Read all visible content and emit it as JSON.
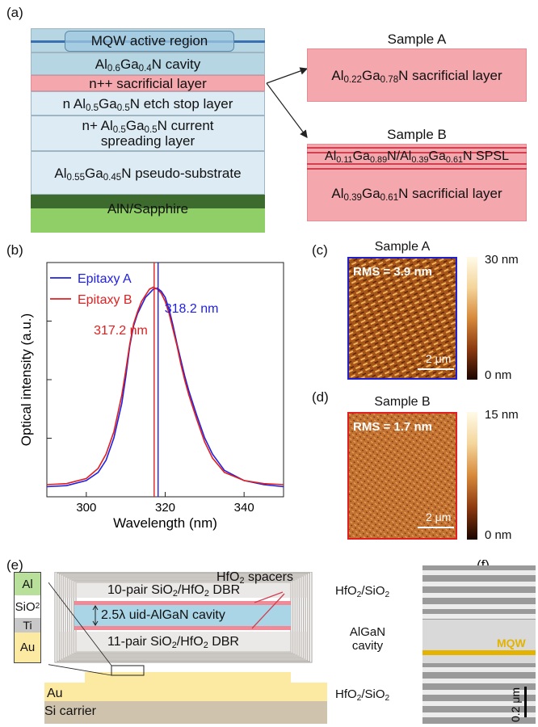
{
  "panel_labels": {
    "a": "(a)",
    "b": "(b)",
    "c": "(c)",
    "d": "(d)",
    "e": "(e)",
    "f": "(f)"
  },
  "panel_a": {
    "stack": {
      "mqw": "MQW active region",
      "cavity": {
        "pre": "Al",
        "s1": "0.6",
        "mid": "Ga",
        "s2": "0.4",
        "post": "N cavity"
      },
      "sacrificial": "n++ sacrificial layer",
      "etch_stop": {
        "pre": "n Al",
        "s1": "0.5",
        "mid": "Ga",
        "s2": "0.5",
        "post": "N etch stop layer"
      },
      "current_spreading": {
        "pre": "n+ Al",
        "s1": "0.5",
        "mid": "Ga",
        "s2": "0.5",
        "post": "N current",
        "line2": "spreading layer"
      },
      "pseudo_substrate": {
        "pre": "Al",
        "s1": "0.55",
        "mid": "Ga",
        "s2": "0.45",
        "post": "N pseudo-substrate"
      },
      "substrate": "AlN/Sapphire"
    },
    "sample_a": {
      "title": "Sample A",
      "layer": {
        "pre": "Al",
        "s1": "0.22",
        "mid": "Ga",
        "s2": "0.78",
        "post": "N sacrificial layer"
      }
    },
    "sample_b": {
      "title": "Sample B",
      "spsl": {
        "pre": "Al",
        "s1": "0.11",
        "mid": "Ga",
        "s2": "0.89",
        "mid2": "N/Al",
        "s3": "0.39",
        "mid3": "Ga",
        "s4": "0.61",
        "post": "N SPSL"
      },
      "layer": {
        "pre": "Al",
        "s1": "0.39",
        "mid": "Ga",
        "s2": "0.61",
        "post": "N sacrificial layer"
      }
    },
    "colors": {
      "cyan": "#dcebf4",
      "blue": "#b6d6e4",
      "pink": "#f4a7ad",
      "dark_green": "#3d6b2d",
      "green": "#90cf67"
    }
  },
  "chart_data": {
    "type": "line",
    "xlabel": "Wavelength (nm)",
    "ylabel": "Optical intensity (a.u.)",
    "xlim": [
      290,
      350
    ],
    "xticks": [
      300,
      320,
      340
    ],
    "x_tick_labels": [
      "300",
      "320",
      "340"
    ],
    "legend_position": "top-left",
    "series": [
      {
        "name": "Epitaxy A",
        "color": "#2020e0",
        "x": [
          290,
          295,
          300,
          303,
          305,
          307,
          309,
          310,
          311,
          312,
          313,
          314,
          315,
          316,
          317,
          318,
          319,
          320,
          321,
          322,
          323,
          324,
          325,
          326,
          328,
          330,
          332,
          335,
          340,
          345,
          350
        ],
        "y": [
          0.01,
          0.015,
          0.04,
          0.08,
          0.14,
          0.25,
          0.42,
          0.55,
          0.7,
          0.8,
          0.86,
          0.9,
          0.94,
          0.96,
          0.98,
          0.985,
          0.97,
          0.94,
          0.88,
          0.8,
          0.71,
          0.63,
          0.55,
          0.48,
          0.36,
          0.25,
          0.17,
          0.09,
          0.04,
          0.02,
          0.01
        ]
      },
      {
        "name": "Epitaxy B",
        "color": "#e02020",
        "x": [
          290,
          295,
          300,
          303,
          305,
          307,
          309,
          310,
          311,
          312,
          313,
          314,
          315,
          316,
          317,
          318,
          319,
          320,
          321,
          322,
          323,
          324,
          325,
          326,
          328,
          330,
          332,
          335,
          340,
          345,
          350
        ],
        "y": [
          0.02,
          0.025,
          0.05,
          0.1,
          0.17,
          0.28,
          0.46,
          0.58,
          0.71,
          0.81,
          0.87,
          0.92,
          0.95,
          0.98,
          0.99,
          0.98,
          0.96,
          0.92,
          0.86,
          0.78,
          0.7,
          0.61,
          0.53,
          0.46,
          0.34,
          0.23,
          0.15,
          0.08,
          0.04,
          0.025,
          0.02
        ]
      }
    ],
    "markers": [
      {
        "x": 317.2,
        "label": "317.2 nm",
        "color": "#e02020"
      },
      {
        "x": 318.2,
        "label": "318.2 nm",
        "color": "#2020e0"
      }
    ]
  },
  "panel_c": {
    "title": "Sample A",
    "rms": "RMS = 3.9 nm",
    "scale": "2 μm",
    "cbar_max": "30 nm",
    "cbar_min": "0 nm",
    "border": "#2020d0"
  },
  "panel_d": {
    "title": "Sample B",
    "rms": "RMS = 1.7 nm",
    "scale": "2 μm",
    "cbar_max": "15 nm",
    "cbar_min": "0 nm",
    "border": "#e02020"
  },
  "panel_e": {
    "spacers": {
      "pre": "HfO",
      "s1": "2",
      "post": " spacers"
    },
    "top_dbr": {
      "pre": "10-pair SiO",
      "s1": "2",
      "mid": "/HfO",
      "s2": "2",
      "post": " DBR"
    },
    "cavity": "2.5λ uid-AlGaN cavity",
    "bottom_dbr": {
      "pre": "11-pair SiO",
      "s1": "2",
      "mid": "/HfO",
      "s2": "2",
      "post": " DBR"
    },
    "inset": {
      "al": "Al",
      "sio2": {
        "pre": "SiO",
        "s1": "2"
      },
      "ti": "Ti",
      "au": "Au"
    },
    "au": "Au",
    "si": "Si carrier"
  },
  "panel_f": {
    "top": {
      "pre": "HfO",
      "s1": "2",
      "mid": "/SiO",
      "s2": "2"
    },
    "cavity_line1": "AlGaN",
    "cavity_line2": "cavity",
    "mqw": "MQW",
    "bottom": {
      "pre": "HfO",
      "s1": "2",
      "mid": "/SiO",
      "s2": "2"
    },
    "scale": "0.2 μm"
  }
}
